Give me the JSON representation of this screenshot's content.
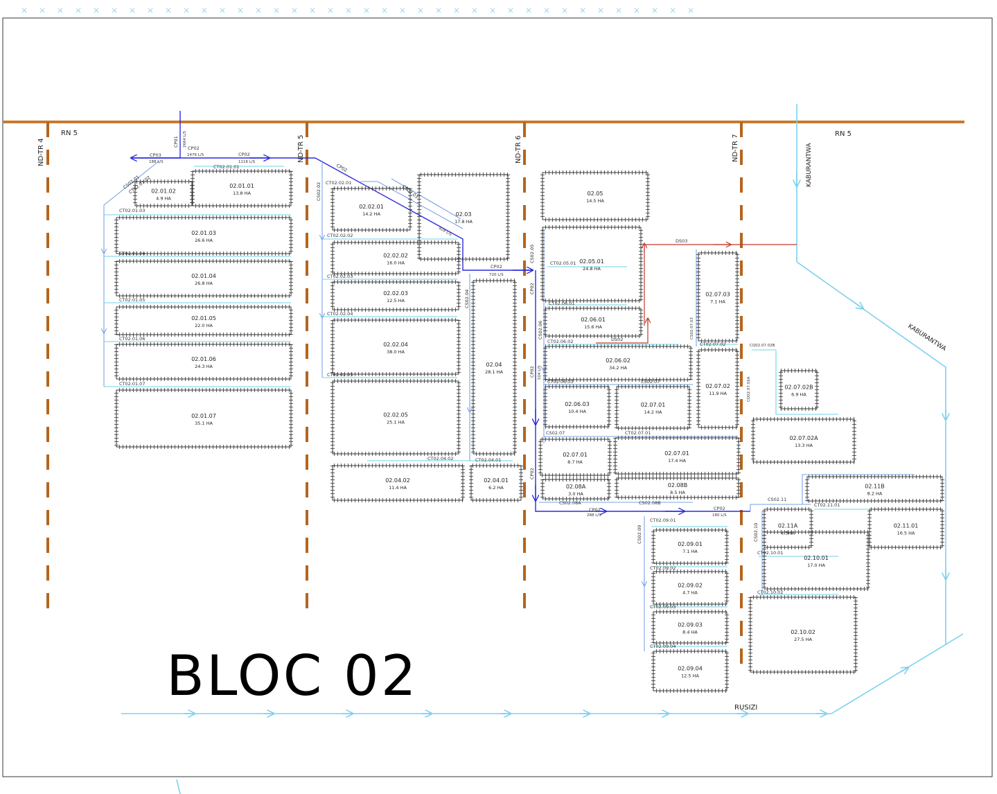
{
  "title": "BLOC 02",
  "colors": {
    "road": "#c77a2e",
    "main_pipe": "#2a2adf",
    "secondary_pipe": "#7aa3e6",
    "tertiary_pipe": "#6fd3e8",
    "river": "#7cd0ee",
    "drain": "#c0392b",
    "plot_border": "#333333"
  },
  "roads": [
    {
      "label": "RN 5"
    },
    {
      "label": "RN 5"
    }
  ],
  "transects": [
    "ND-TR 4",
    "ND-TR 5",
    "ND-TR 6",
    "ND-TR 7"
  ],
  "rivers": [
    "KABURANTWA",
    "KABURANTWA",
    "RUSIZI"
  ],
  "plots": [
    {
      "id": "02.01.01",
      "area": "13.8 HA"
    },
    {
      "id": "02.01.02",
      "area": "4.9 HA"
    },
    {
      "id": "02.01.03",
      "area": "26.6 HA"
    },
    {
      "id": "02.01.04",
      "area": "26.8 HA"
    },
    {
      "id": "02.01.05",
      "area": "22.0 HA"
    },
    {
      "id": "02.01.06",
      "area": "24.3 HA"
    },
    {
      "id": "02.01.07",
      "area": "35.1 HA"
    },
    {
      "id": "02.02.01",
      "area": "14.2 HA"
    },
    {
      "id": "02.02.02",
      "area": "16.0 HA"
    },
    {
      "id": "02.02.03",
      "area": "12.5 HA"
    },
    {
      "id": "02.02.04",
      "area": "38.0 HA"
    },
    {
      "id": "02.02.05",
      "area": "25.1 HA"
    },
    {
      "id": "02.03",
      "area": "17.8 HA"
    },
    {
      "id": "02.04",
      "area": "28.1 HA"
    },
    {
      "id": "02.04.02",
      "area": "11.4 HA"
    },
    {
      "id": "02.04.01",
      "area": "6.2 HA"
    },
    {
      "id": "02.05",
      "area": "14.5 HA"
    },
    {
      "id": "02.05.01",
      "area": "24.8 HA"
    },
    {
      "id": "02.06.01",
      "area": "15.6 HA"
    },
    {
      "id": "02.06.02",
      "area": "34.2 HA"
    },
    {
      "id": "02.06.03",
      "area": "10.4 HA"
    },
    {
      "id": "02.07.01",
      "area": "14.2 HA"
    },
    {
      "id": "02.07.01",
      "area": "8.7 HA"
    },
    {
      "id": "02.07.01",
      "area": "17.4 HA"
    },
    {
      "id": "02.07.03",
      "area": "7.1 HA"
    },
    {
      "id": "02.07.02",
      "area": "11.9 HA"
    },
    {
      "id": "02.07.02B",
      "area": "6.9 HA"
    },
    {
      "id": "02.07.02A",
      "area": "13.3 HA"
    },
    {
      "id": "02.08A",
      "area": "3.0 HA"
    },
    {
      "id": "02.08B",
      "area": "8.5 HA"
    },
    {
      "id": "02.09.01",
      "area": "7.1 HA"
    },
    {
      "id": "02.09.02",
      "area": "4.7 HA"
    },
    {
      "id": "02.09.03",
      "area": "8.4 HA"
    },
    {
      "id": "02.09.04",
      "area": "12.5 HA"
    },
    {
      "id": "02.10.01",
      "area": "17.0 HA"
    },
    {
      "id": "02.10.02",
      "area": "27.5 HA"
    },
    {
      "id": "02.11A",
      "area": "4.5HA"
    },
    {
      "id": "02.11B",
      "area": "8.2 HA"
    },
    {
      "id": "02.11.01",
      "area": "16.5 HA"
    }
  ],
  "network_labels": [
    {
      "text": "CP01"
    },
    {
      "text": "2664 L/S"
    },
    {
      "text": "CP02"
    },
    {
      "text": "1476 L/S"
    },
    {
      "text": "CP03"
    },
    {
      "text": "188 L/S"
    },
    {
      "text": "CP02"
    },
    {
      "text": "1116 L/S"
    },
    {
      "text": "CS02.01"
    },
    {
      "text": "CT02.01.01"
    },
    {
      "text": "CT02.01.02"
    },
    {
      "text": "CT02.01.03"
    },
    {
      "text": "CT02.01.04"
    },
    {
      "text": "CT02.01.05"
    },
    {
      "text": "CT02.01.06"
    },
    {
      "text": "CT02.01.07"
    },
    {
      "text": "CS02.02"
    },
    {
      "text": "CT02.02.01"
    },
    {
      "text": "CT02.02.02"
    },
    {
      "text": "CT02.02.03"
    },
    {
      "text": "CT02.02.04"
    },
    {
      "text": "CT02.02.05"
    },
    {
      "text": "CS02.03"
    },
    {
      "text": "CP02"
    },
    {
      "text": "828 L/S"
    },
    {
      "text": "CP02"
    },
    {
      "text": "720 L/S"
    },
    {
      "text": "CS02.04"
    },
    {
      "text": "CT02.04.02"
    },
    {
      "text": "CT02.04.01"
    },
    {
      "text": "CS02.05"
    },
    {
      "text": "CT02.05.01"
    },
    {
      "text": "CP02"
    },
    {
      "text": "CT02.06.01"
    },
    {
      "text": "CS02.06"
    },
    {
      "text": "CT02.06.02"
    },
    {
      "text": "CT02.06.03"
    },
    {
      "text": "CP02"
    },
    {
      "text": "504 L/S"
    },
    {
      "text": "CS02.07"
    },
    {
      "text": "CT02.07.01"
    },
    {
      "text": "CS02.07"
    },
    {
      "text": "CT02.07.02"
    },
    {
      "text": "CS02.08A"
    },
    {
      "text": "CS02.08B"
    },
    {
      "text": "CP02"
    },
    {
      "text": "CP02"
    },
    {
      "text": "288 L/S"
    },
    {
      "text": "CP02"
    },
    {
      "text": "180 L/S"
    },
    {
      "text": "DS03"
    },
    {
      "text": "DS02"
    },
    {
      "text": "CS02.09"
    },
    {
      "text": "CT02.09.01"
    },
    {
      "text": "CT02.09.02"
    },
    {
      "text": "CT02.09.03"
    },
    {
      "text": "CT02.09.04"
    },
    {
      "text": "CS02.10"
    },
    {
      "text": "CT02.10.01"
    },
    {
      "text": "CT02.10.02"
    },
    {
      "text": "CS02.11"
    },
    {
      "text": "CT02.11.01"
    },
    {
      "text": "CQ02.07.02B"
    },
    {
      "text": "CQ02.07.02A"
    },
    {
      "text": "CS02.07.03"
    }
  ]
}
